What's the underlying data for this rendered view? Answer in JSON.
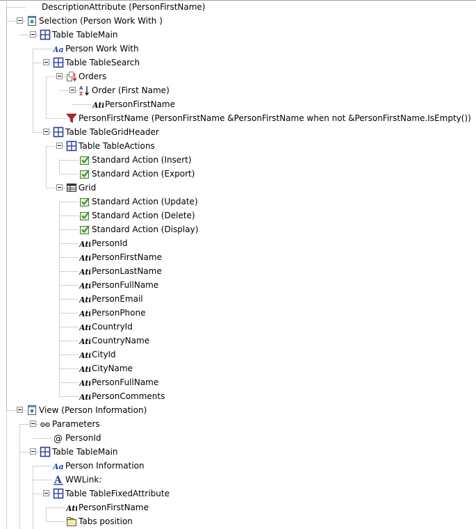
{
  "tree": [
    {
      "name": "description-attribute-node",
      "icon": "none",
      "level": 1,
      "toggle": false,
      "label": "DescriptionAttribute (PersonFirstName)"
    },
    {
      "name": "selection-node",
      "icon": "panel-icon",
      "level": 1,
      "toggle": true,
      "label": "Selection (Person Work With )"
    },
    {
      "name": "table-tablemain-node",
      "icon": "table-icon",
      "level": 2,
      "toggle": true,
      "label": "Table TableMain"
    },
    {
      "name": "text-person-work-with-node",
      "icon": "text-aa-icon",
      "level": 3,
      "toggle": false,
      "label": "Person Work With"
    },
    {
      "name": "table-tablesearch-node",
      "icon": "table-icon",
      "level": 3,
      "toggle": true,
      "label": "Table TableSearch"
    },
    {
      "name": "orders-node",
      "icon": "orders-icon",
      "level": 4,
      "toggle": true,
      "label": "Orders"
    },
    {
      "name": "order-first-name-node",
      "icon": "sort-az-icon",
      "level": 5,
      "toggle": true,
      "label": "Order (First Name)"
    },
    {
      "name": "order-attribute-personfirstname-node",
      "icon": "attribute-icon",
      "level": 6,
      "toggle": false,
      "label": "PersonFirstName"
    },
    {
      "name": "filter-personfirstname-node",
      "icon": "filter-icon",
      "level": 4,
      "toggle": false,
      "label": "PersonFirstName (PersonFirstName &PersonFirstName when not &PersonFirstName.IsEmpty())"
    },
    {
      "name": "table-tablegridheader-node",
      "icon": "table-icon",
      "level": 3,
      "toggle": true,
      "label": "Table TableGridHeader"
    },
    {
      "name": "table-tableactions-node",
      "icon": "table-icon",
      "level": 4,
      "toggle": true,
      "label": "Table TableActions"
    },
    {
      "name": "action-insert-node",
      "icon": "action-icon",
      "level": 5,
      "toggle": false,
      "label": "Standard Action (Insert)"
    },
    {
      "name": "action-export-node",
      "icon": "action-icon",
      "level": 5,
      "toggle": false,
      "label": "Standard Action (Export)"
    },
    {
      "name": "grid-node",
      "icon": "grid-icon",
      "level": 4,
      "toggle": true,
      "label": "Grid"
    },
    {
      "name": "action-update-node",
      "icon": "action-icon",
      "level": 5,
      "toggle": false,
      "label": "Standard Action (Update)"
    },
    {
      "name": "action-delete-node",
      "icon": "action-icon",
      "level": 5,
      "toggle": false,
      "label": "Standard Action (Delete)"
    },
    {
      "name": "action-display-node",
      "icon": "action-icon",
      "level": 5,
      "toggle": false,
      "label": "Standard Action (Display)"
    },
    {
      "name": "attr-personid-node",
      "icon": "attribute-icon",
      "level": 5,
      "toggle": false,
      "label": "PersonId"
    },
    {
      "name": "attr-personfirstname-node",
      "icon": "attribute-icon",
      "level": 5,
      "toggle": false,
      "label": "PersonFirstName"
    },
    {
      "name": "attr-personlastname-node",
      "icon": "attribute-icon",
      "level": 5,
      "toggle": false,
      "label": "PersonLastName"
    },
    {
      "name": "attr-personfullname-node",
      "icon": "attribute-icon",
      "level": 5,
      "toggle": false,
      "label": "PersonFullName"
    },
    {
      "name": "attr-personemail-node",
      "icon": "attribute-icon",
      "level": 5,
      "toggle": false,
      "label": "PersonEmail"
    },
    {
      "name": "attr-personphone-node",
      "icon": "attribute-icon",
      "level": 5,
      "toggle": false,
      "label": "PersonPhone"
    },
    {
      "name": "attr-countryid-node",
      "icon": "attribute-icon",
      "level": 5,
      "toggle": false,
      "label": "CountryId"
    },
    {
      "name": "attr-countryname-node",
      "icon": "attribute-icon",
      "level": 5,
      "toggle": false,
      "label": "CountryName"
    },
    {
      "name": "attr-cityid-node",
      "icon": "attribute-icon",
      "level": 5,
      "toggle": false,
      "label": "CityId"
    },
    {
      "name": "attr-cityname-node",
      "icon": "attribute-icon",
      "level": 5,
      "toggle": false,
      "label": "CityName"
    },
    {
      "name": "attr-personfullname-2-node",
      "icon": "attribute-icon",
      "level": 5,
      "toggle": false,
      "label": "PersonFullName"
    },
    {
      "name": "attr-personcomments-node",
      "icon": "attribute-icon",
      "level": 5,
      "toggle": false,
      "label": "PersonComments"
    },
    {
      "name": "view-node",
      "icon": "panel-icon",
      "level": 1,
      "toggle": true,
      "label": "View (Person Information)"
    },
    {
      "name": "parameters-node",
      "icon": "parameters-icon",
      "level": 2,
      "toggle": true,
      "label": "Parameters"
    },
    {
      "name": "param-personid-node",
      "icon": "at-icon",
      "level": 3,
      "toggle": false,
      "label": "PersonId"
    },
    {
      "name": "view-table-tablemain-node",
      "icon": "table-icon",
      "level": 2,
      "toggle": true,
      "label": "Table TableMain"
    },
    {
      "name": "text-person-information-node",
      "icon": "text-aa-icon",
      "level": 3,
      "toggle": false,
      "label": "Person Information"
    },
    {
      "name": "wwlink-node",
      "icon": "text-a-icon",
      "level": 3,
      "toggle": false,
      "label": "WWLink:"
    },
    {
      "name": "table-tablefixedattribute-node",
      "icon": "table-icon",
      "level": 3,
      "toggle": true,
      "label": "Table TableFixedAttribute"
    },
    {
      "name": "fixed-attr-personfirstname-node",
      "icon": "attribute-icon",
      "level": 4,
      "toggle": false,
      "label": "PersonFirstName"
    },
    {
      "name": "tabs-position-node",
      "icon": "tabs-icon",
      "level": 4,
      "toggle": false,
      "label": "Tabs position"
    }
  ],
  "colors": {
    "tree_line": "#a0a0a0",
    "table_icon": "#2a3f9a",
    "filter_icon": "#c81e1e",
    "action_check": "#2f8f2f",
    "text_icon": "#1f3ea8"
  }
}
